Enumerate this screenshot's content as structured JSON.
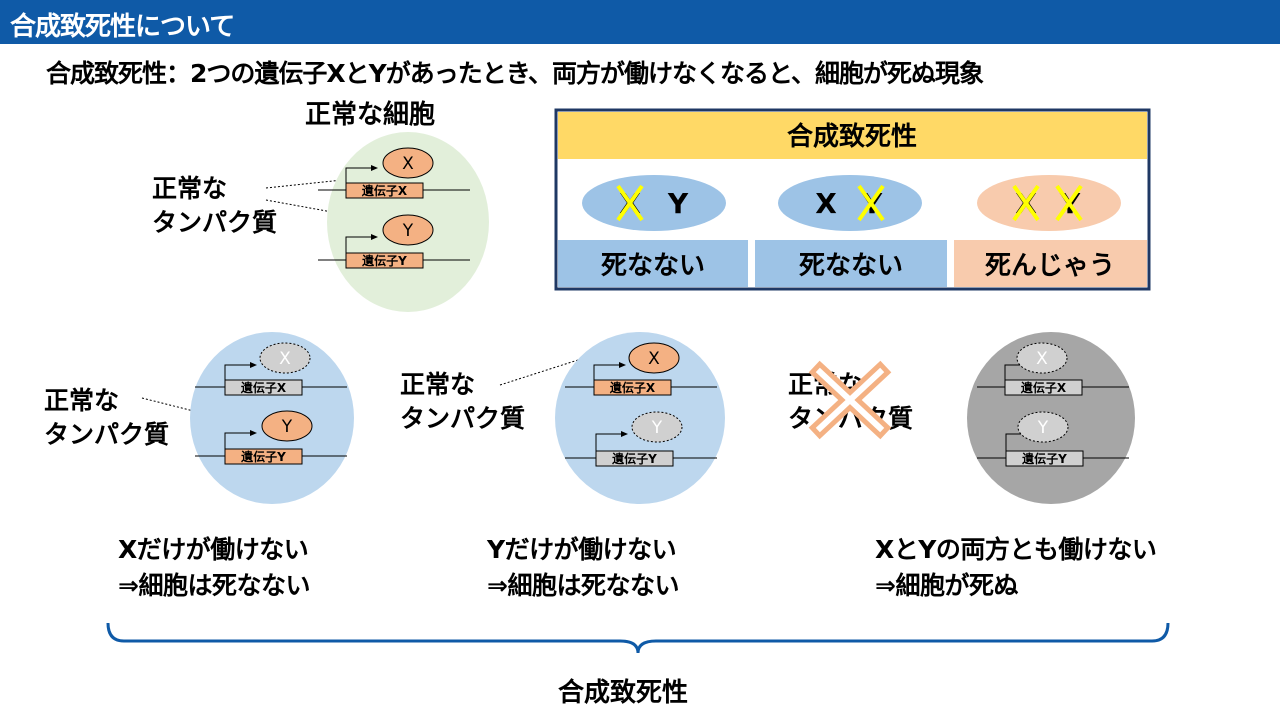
{
  "header": {
    "title": "合成致死性について"
  },
  "definition": "合成致死性：2つの遺伝子XとYがあったとき、両方が働けなくなると、細胞が死ぬ現象",
  "normal_cell": {
    "title": "正常な細胞",
    "protein_label_1": "正常な",
    "protein_label_2": "タンパク質"
  },
  "genes": {
    "x_protein": "X",
    "y_protein": "Y",
    "x_gene": "遺伝子X",
    "y_gene": "遺伝子Y"
  },
  "table": {
    "title": "合成致死性",
    "columns": [
      {
        "left": "X",
        "right": "Y",
        "result": "死なない"
      },
      {
        "left": "X",
        "right": "Y",
        "result": "死なない"
      },
      {
        "left": "X",
        "right": "Y",
        "result": "死んじゃう"
      }
    ]
  },
  "cases": [
    {
      "label_1": "正常な",
      "label_2": "タンパク質",
      "caption_1": "Xだけが働けない",
      "caption_2": "⇒細胞は死なない"
    },
    {
      "label_1": "正常な",
      "label_2": "タンパク質",
      "caption_1": "Yだけが働けない",
      "caption_2": "⇒細胞は死なない"
    },
    {
      "label_1": "正常な",
      "label_2": "タンパク質",
      "caption_1": "XとYの両方とも働けない",
      "caption_2": "⇒細胞が死ぬ"
    }
  ],
  "bracket_label": "合成致死性",
  "colors": {
    "header_bg": "#0f5aa7",
    "table_header": "#ffd966",
    "blue_cell": "#9dc3e6",
    "blue_cell_light": "#bdd7ee",
    "peach": "#f8cbad",
    "protein_orange": "#f4b183",
    "gene_orange": "#f4b183",
    "normal_cell_green": "#e2efda",
    "dead_cell_gray": "#a6a6a6",
    "inactive_gray": "#d0d0d0",
    "cross_yellow": "#ffff00",
    "cross_peach": "#f4b183",
    "bracket_blue": "#0f5aa7"
  }
}
